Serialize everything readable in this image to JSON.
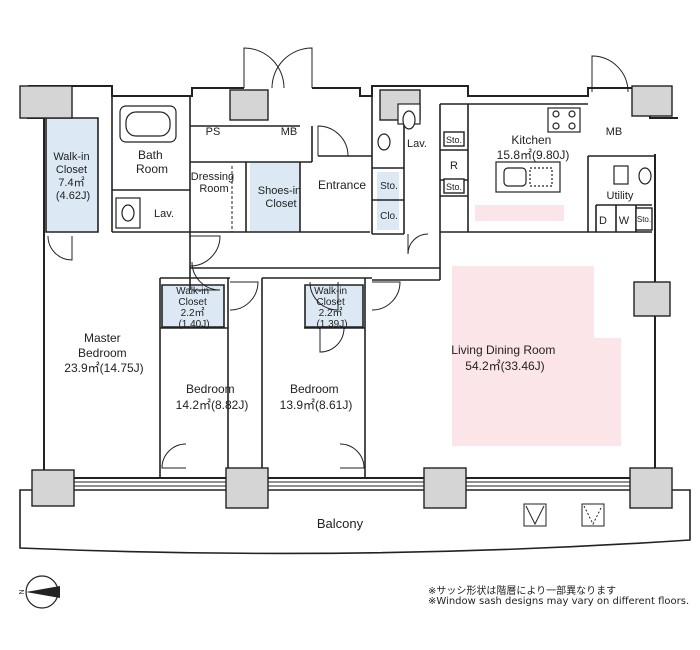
{
  "rooms": {
    "walkin_main": {
      "name": "Walk-in Closet",
      "area_m2": "7.4㎡",
      "area_j": "(4.62J)"
    },
    "bath": {
      "name": "Bath Room"
    },
    "lav_left": {
      "name": "Lav."
    },
    "dressing": {
      "name": "Dressing Room"
    },
    "shoes": {
      "name": "Shoes-in Closet"
    },
    "entrance": {
      "name": "Entrance"
    },
    "ps": {
      "name": "PS"
    },
    "mb_top": {
      "name": "MB"
    },
    "lav_top": {
      "name": "Lav."
    },
    "sto_a": {
      "name": "Sto."
    },
    "clo": {
      "name": "Clo."
    },
    "sto_k1": {
      "name": "Sto."
    },
    "r": {
      "name": "R"
    },
    "sto_k2": {
      "name": "Sto."
    },
    "kitchen": {
      "name": "Kitchen",
      "area": "15.8㎡(9.80J)"
    },
    "mb_right": {
      "name": "MB"
    },
    "utility": {
      "name": "Utility"
    },
    "d": {
      "name": "D"
    },
    "w": {
      "name": "W"
    },
    "sto_u": {
      "name": "Sto."
    },
    "walkin_a": {
      "name": "Walk-in Closet",
      "area_m2": "2.2㎡",
      "area_j": "(1.40J)"
    },
    "walkin_b": {
      "name": "Walk-in Closet",
      "area_m2": "2.2㎡",
      "area_j": "(1.39J)"
    },
    "master": {
      "name": "Master Bedroom",
      "area": "23.9㎡(14.75J)"
    },
    "bedroom1": {
      "name": "Bedroom",
      "area": "14.2㎡(8.82J)"
    },
    "bedroom2": {
      "name": "Bedroom",
      "area": "13.9㎡(8.61J)"
    },
    "ldr": {
      "name": "Living Dining Room",
      "area": "54.2㎡(33.46J)"
    },
    "balcony": {
      "name": "Balcony"
    }
  },
  "compass": {
    "label": "N"
  },
  "notes": {
    "jp": "※サッシ形状は階層により一部異なります",
    "en": "※Window sash designs may vary on different floors."
  },
  "colors": {
    "wall": "#222222",
    "column": "#d5d5d5",
    "closet_fill": "#dce9f5",
    "living_fill": "#fbe5e8"
  }
}
